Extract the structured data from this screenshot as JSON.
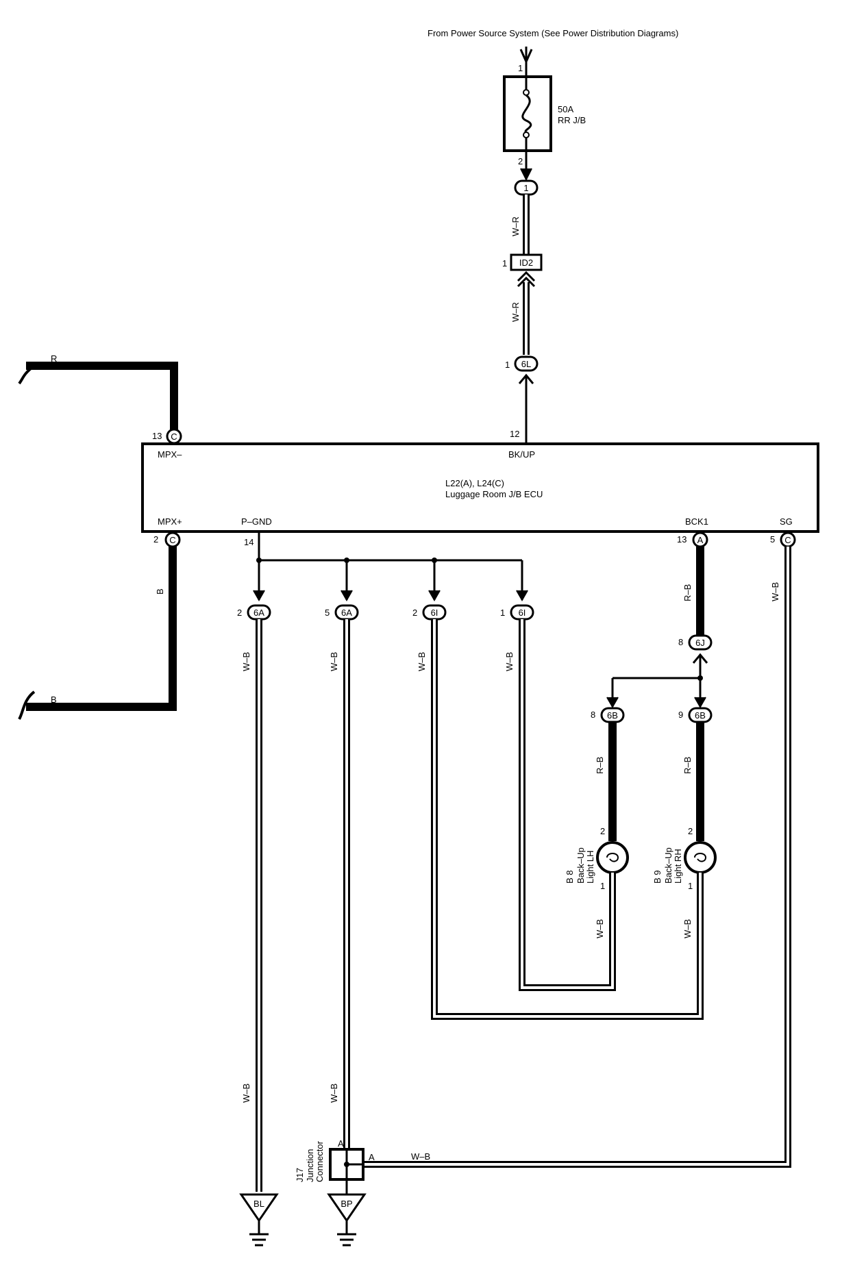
{
  "header": {
    "source_note": "From Power Source System (See Power Distribution Diagrams)"
  },
  "fuse": {
    "rating": "50A",
    "location": "RR J/B",
    "pin_in": "1",
    "pin_out": "2"
  },
  "connectors": {
    "top_1": {
      "id": "1"
    },
    "id2": {
      "id": "ID2",
      "pin": "1"
    },
    "c6l": {
      "id": "6L",
      "pin": "1"
    },
    "c6a_2": {
      "id": "6A",
      "pin": "2"
    },
    "c6a_5": {
      "id": "6A",
      "pin": "5"
    },
    "c6i_2": {
      "id": "6I",
      "pin": "2"
    },
    "c6i_1": {
      "id": "6I",
      "pin": "1"
    },
    "c6j": {
      "id": "6J",
      "pin": "8"
    },
    "c6b_8": {
      "id": "6B",
      "pin": "8"
    },
    "c6b_9": {
      "id": "6B",
      "pin": "9"
    },
    "ecu_c13": {
      "id": "C",
      "pin": "13"
    },
    "ecu_c2": {
      "id": "C",
      "pin": "2"
    },
    "ecu_a13": {
      "id": "A",
      "pin": "13"
    },
    "ecu_c5": {
      "id": "C",
      "pin": "5"
    }
  },
  "wire_colors": {
    "wr_upper": "W–R",
    "wr_lower": "W–R",
    "r_top": "R",
    "b_mid": "B",
    "b_bottom": "B",
    "rb_a13": "R–B",
    "wb_sg": "W–B",
    "wb_6a2": "W–B",
    "wb_6a5": "W–B",
    "wb_6i2": "W–B",
    "wb_6i1": "W–B",
    "rb_lh": "R–B",
    "rb_rh": "R–B",
    "wb_lh": "W–B",
    "wb_rh": "W–B",
    "wb_bl": "W–B",
    "wb_bp": "W–B",
    "wb_j17": "W–B"
  },
  "ecu": {
    "name_line1": "L22(A), L24(C)",
    "name_line2": "Luggage Room J/B ECU",
    "pin_mpx_minus": "MPX–",
    "pin_bkup": "BK/UP",
    "pin_bkup_num": "12",
    "pin_mpx_plus": "MPX+",
    "pin_pgnd": "P–GND",
    "pin_pgnd_num": "14",
    "pin_bck1": "BCK1",
    "pin_sg": "SG"
  },
  "lamps": {
    "lh": {
      "code": "B 8",
      "line1": "Back–Up",
      "line2": "Light LH",
      "pin_top": "2",
      "pin_bottom": "1"
    },
    "rh": {
      "code": "B 9",
      "line1": "Back–Up",
      "line2": "Light RH",
      "pin_top": "2",
      "pin_bottom": "1"
    }
  },
  "junction": {
    "code": "J17",
    "line1": "Junction",
    "line2": "Connector",
    "pin_top": "A",
    "pin_right": "A"
  },
  "grounds": {
    "bl": "BL",
    "bp": "BP"
  },
  "colors": {
    "ink": "#000000",
    "paper": "#ffffff"
  }
}
